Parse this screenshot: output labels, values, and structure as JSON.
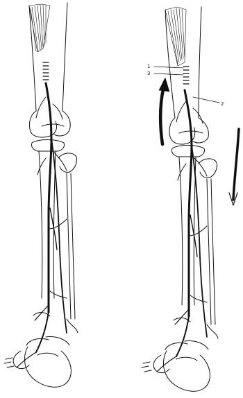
{
  "figure": {
    "callouts": [
      {
        "id": "1",
        "text": "1"
      },
      {
        "id": "3",
        "text": "3"
      },
      {
        "id": "2",
        "text": "2"
      }
    ],
    "ink_color": "#111111",
    "background_color": "#ffffff"
  }
}
